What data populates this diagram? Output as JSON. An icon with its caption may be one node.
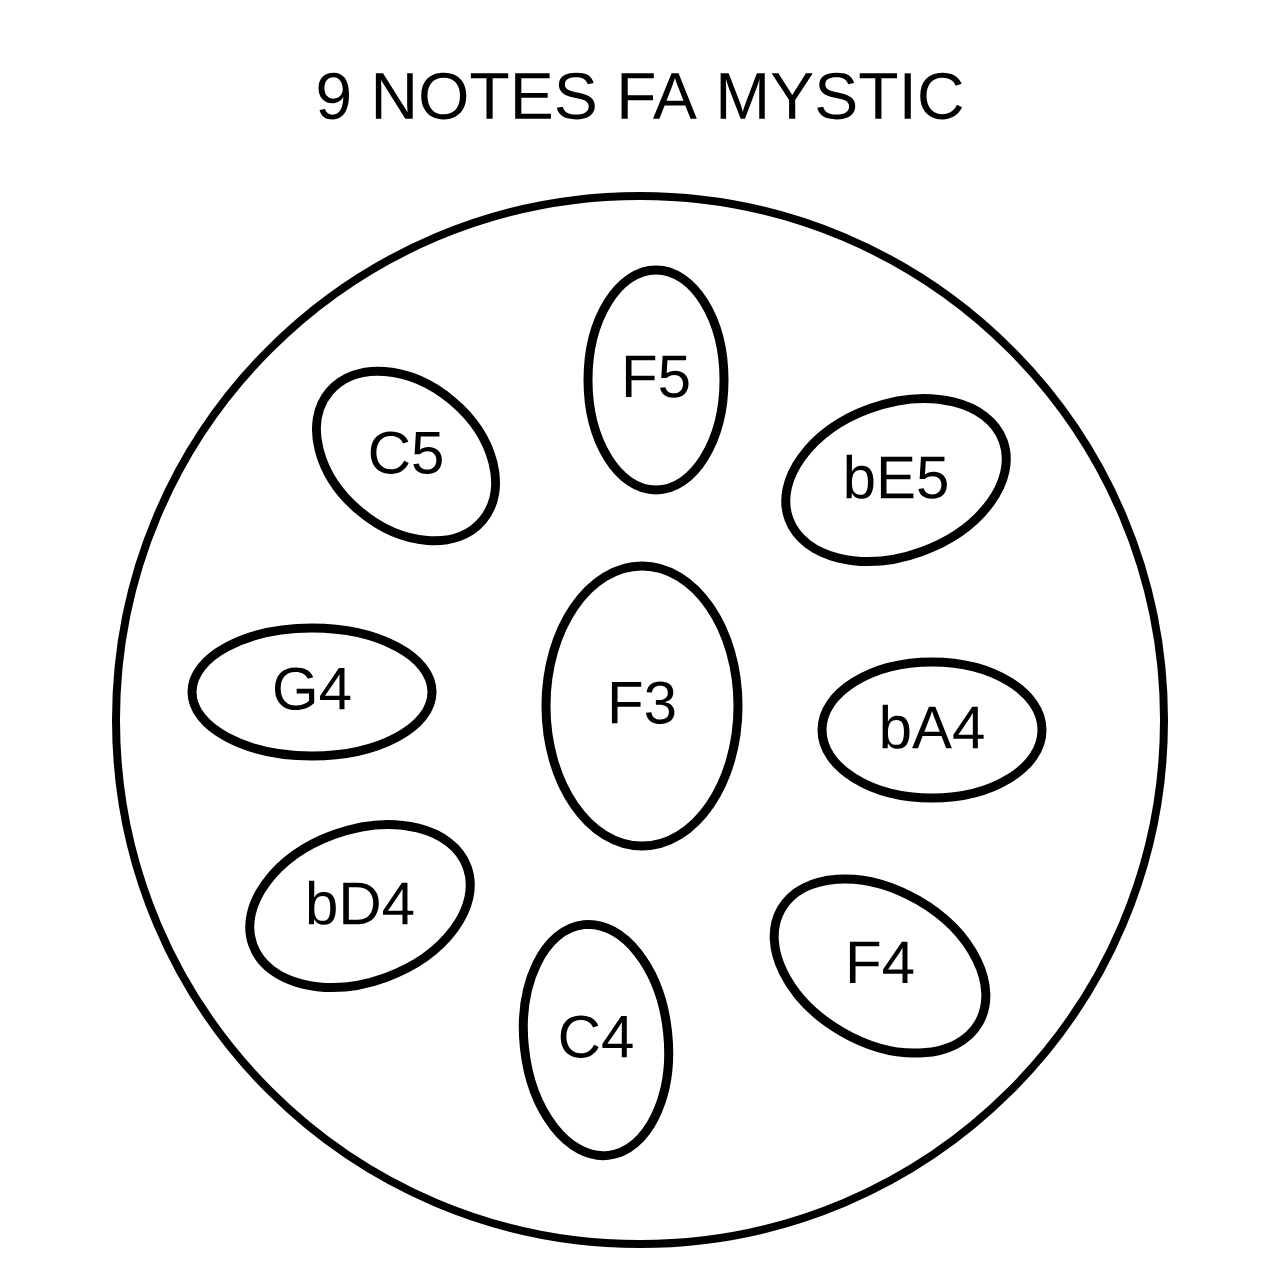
{
  "diagram": {
    "title": "9 NOTES FA MYSTIC",
    "nodes": [
      {
        "text": [],
        "shape": "circle"
      },
      {
        "text": [
          "F5"
        ],
        "in": 0
      },
      {
        "text": [
          "C5"
        ],
        "in": 0
      },
      {
        "text": [
          "bE5"
        ],
        "in": 0
      },
      {
        "text": [
          "G4"
        ],
        "in": 0
      },
      {
        "text": [
          "F3"
        ],
        "in": 0
      },
      {
        "text": [
          "bA4"
        ],
        "in": 0
      },
      {
        "text": [
          "bD4"
        ],
        "in": 0
      },
      {
        "text": [
          "F4"
        ],
        "in": 0
      },
      {
        "text": [
          "C4"
        ],
        "in": 0
      }
    ]
  }
}
